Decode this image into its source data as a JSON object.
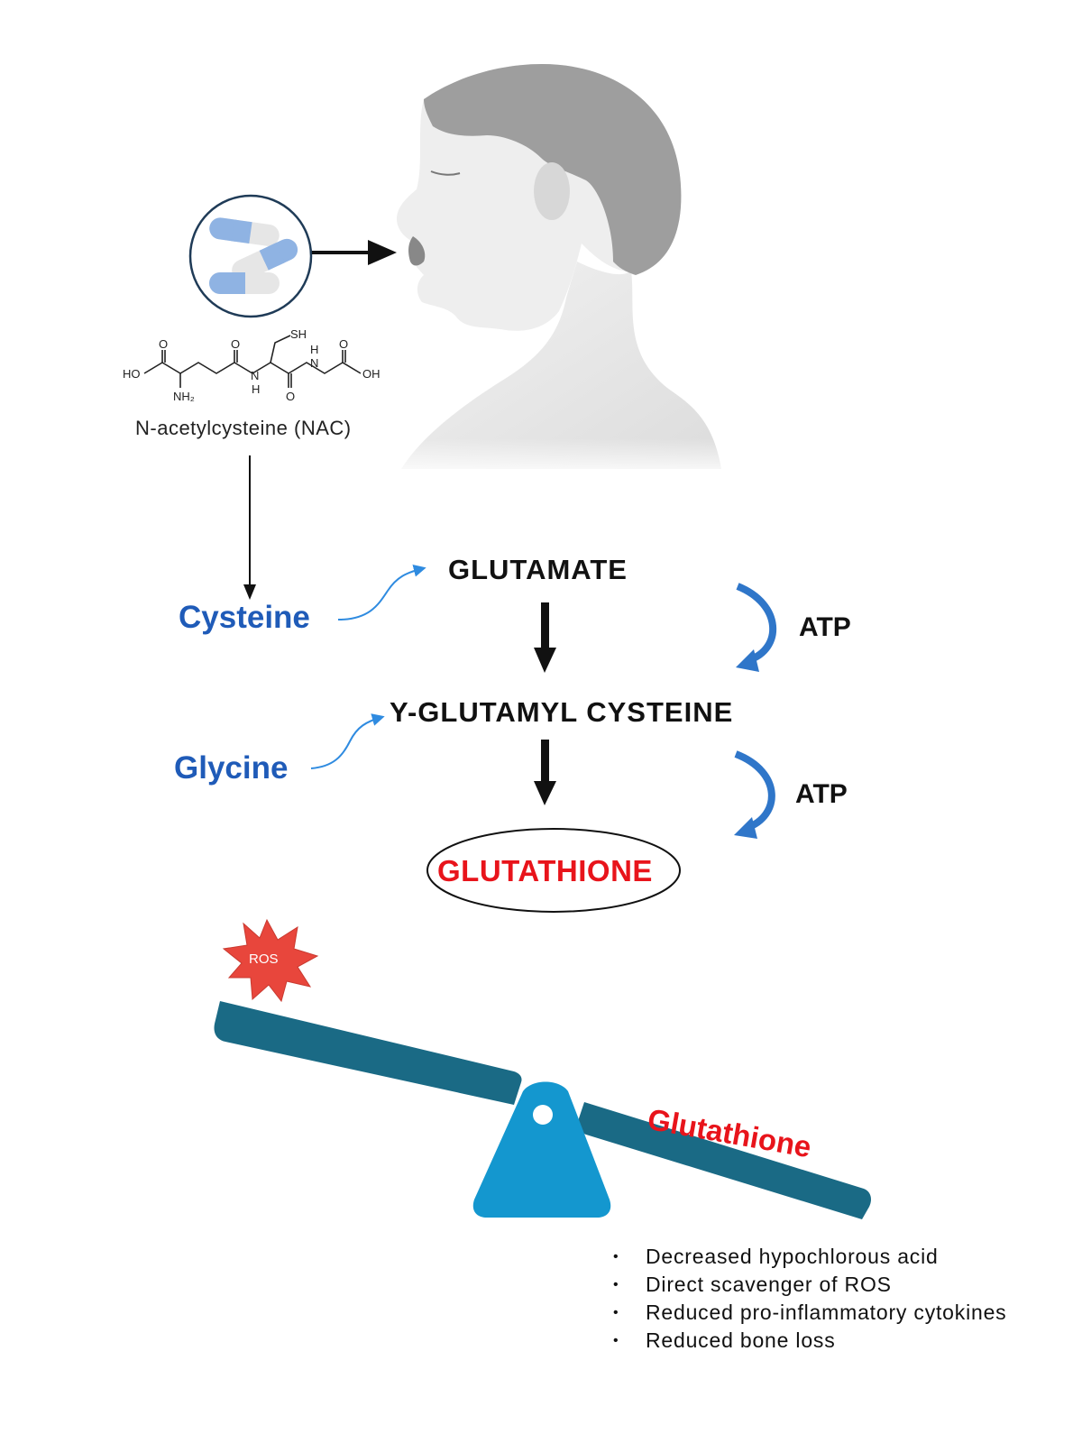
{
  "nac": {
    "label": "N-acetylcysteine (NAC)",
    "structure_labels": {
      "ho_left": "HO",
      "o1": "O",
      "o2": "O",
      "sh": "SH",
      "o3": "O",
      "nh_top": "H",
      "n_top": "N",
      "n_bottom": "N",
      "h_bottom": "H",
      "o4": "O",
      "oh_right": "OH",
      "nh2": "NH₂"
    }
  },
  "pathway": {
    "glutamate": "GLUTAMATE",
    "gamma_glutamyl": "Y-GLUTAMYL CYSTEINE",
    "product": "GLUTATHIONE",
    "atp_1": "ATP",
    "atp_2": "ATP",
    "cysteine": "Cysteine",
    "glycine": "Glycine"
  },
  "balance": {
    "ros_label": "ROS",
    "glutathione_label": "Glutathione"
  },
  "effects": [
    "Decreased hypochlorous acid",
    "Direct scavenger of ROS",
    "Reduced pro-inflammatory cytokines",
    "Reduced bone loss"
  ],
  "colors": {
    "red": "#e8141b",
    "blue_text": "#1f5bb8",
    "arrow_blue": "#2f76c9",
    "beam": "#1a6a85",
    "fulcrum": "#1497cf",
    "ros_star": "#e8463c"
  },
  "icons": [
    "capsules-icon",
    "human-head-icon",
    "ros-burst-icon",
    "seesaw-icon"
  ]
}
